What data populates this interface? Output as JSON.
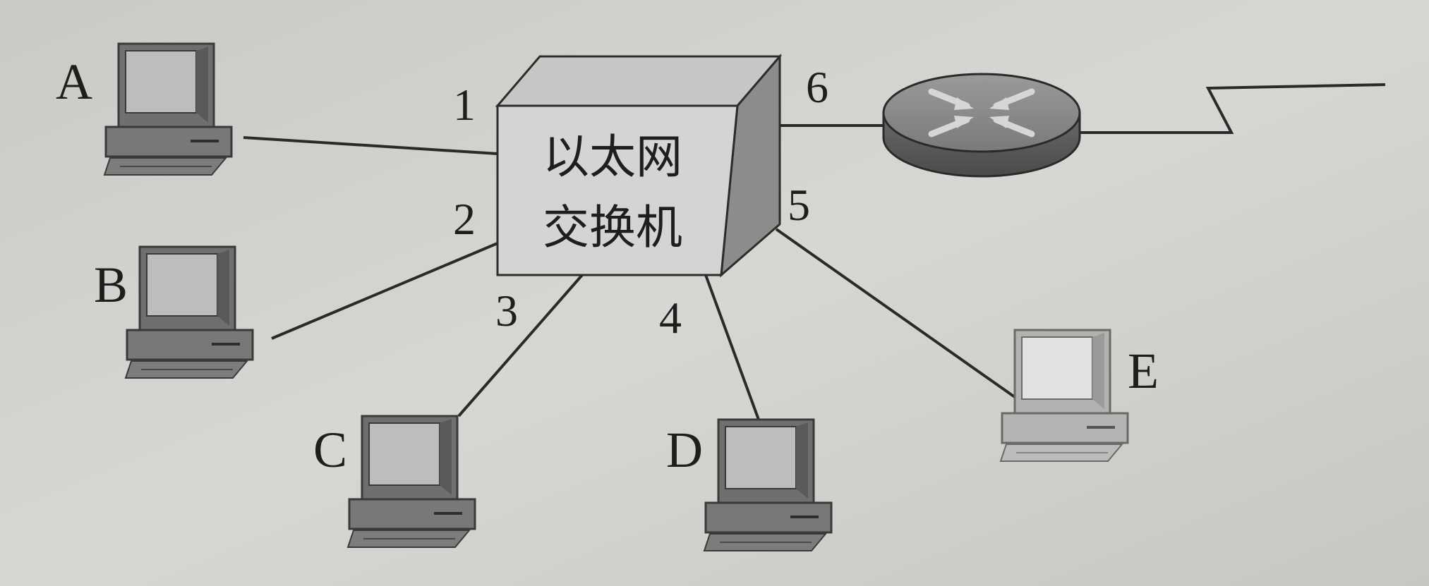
{
  "switch": {
    "line1": "以太网",
    "line2": "交换机"
  },
  "hosts": {
    "a": "A",
    "b": "B",
    "c": "C",
    "d": "D",
    "e": "E"
  },
  "ports": {
    "p1": "1",
    "p2": "2",
    "p3": "3",
    "p4": "4",
    "p5": "5",
    "p6": "6"
  },
  "icons": {
    "host": "desktop-computer-icon",
    "switch": "ethernet-switch-icon",
    "router": "router-icon",
    "wan": "serial-wan-link-icon"
  }
}
